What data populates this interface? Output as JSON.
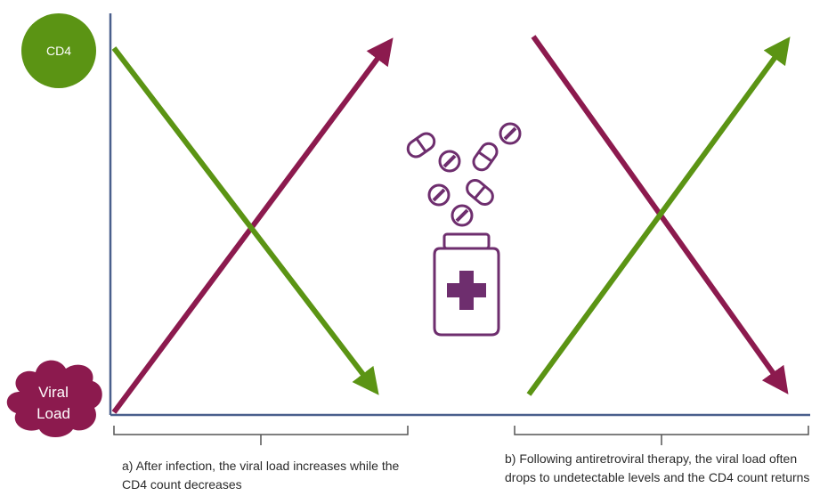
{
  "labels": {
    "cd4": "CD4",
    "viral_load_line1": "Viral",
    "viral_load_line2": "Load"
  },
  "captions": {
    "a": "a) After infection, the viral load increases while the CD4 count decreases",
    "b": "b) Following antiretroviral therapy, the viral load often drops to undetectable levels and the CD4 count returns"
  },
  "colors": {
    "cd4": "#5b9414",
    "viral_load": "#8c1a4e",
    "axis": "#4a5f8c",
    "medication_icon": "#6e2e6e",
    "caption_text": "#2a2a2a"
  },
  "icons": {
    "medication": "pill-bottle-with-pills-icon",
    "cd4_marker": "green-circle",
    "viral_load_marker": "crimson-cloud"
  }
}
